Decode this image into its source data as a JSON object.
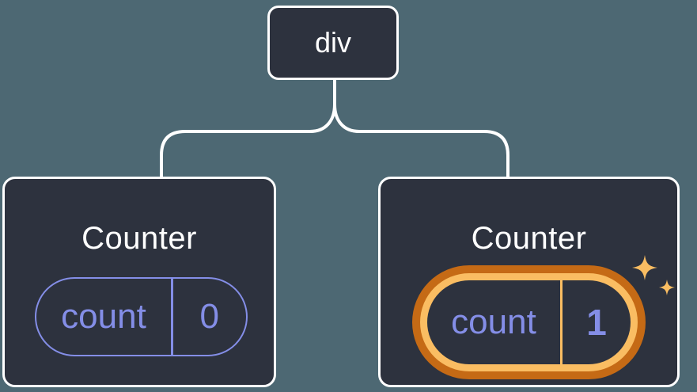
{
  "diagram": {
    "type": "component-tree",
    "root": {
      "label": "div"
    },
    "children": [
      {
        "title": "Counter",
        "state": {
          "key": "count",
          "value": "0"
        },
        "highlighted": false
      },
      {
        "title": "Counter",
        "state": {
          "key": "count",
          "value": "1"
        },
        "highlighted": true
      }
    ]
  },
  "icons": {
    "sparkles": "sparkles-icon (two four-point stars marking fresh state)"
  },
  "colors": {
    "background": "#4d6873",
    "card_fill": "#2d323e",
    "line_white": "#ffffff",
    "accent_purple": "#848ee7",
    "orange_dark": "#c56a15",
    "orange_light": "#fabd62"
  }
}
